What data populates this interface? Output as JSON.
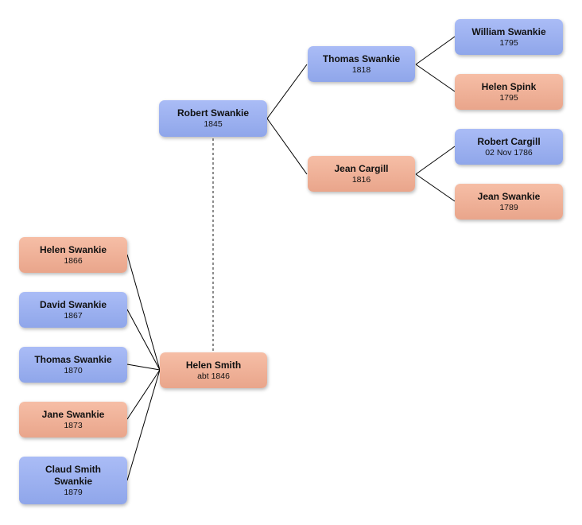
{
  "people": {
    "robert_swankie": {
      "name": "Robert Swankie",
      "date": "1845",
      "sex": "male"
    },
    "helen_smith": {
      "name": "Helen Smith",
      "date": "abt 1846",
      "sex": "female"
    },
    "thomas_swankie_f": {
      "name": "Thomas Swankie",
      "date": "1818",
      "sex": "male"
    },
    "jean_cargill": {
      "name": "Jean Cargill",
      "date": "1816",
      "sex": "female"
    },
    "william_swankie": {
      "name": "William Swankie",
      "date": "1795",
      "sex": "male"
    },
    "helen_spink": {
      "name": "Helen Spink",
      "date": "1795",
      "sex": "female"
    },
    "robert_cargill": {
      "name": "Robert Cargill",
      "date": "02 Nov 1786",
      "sex": "male"
    },
    "jean_swankie": {
      "name": "Jean Swankie",
      "date": "1789",
      "sex": "female"
    },
    "helen_swankie": {
      "name": "Helen Swankie",
      "date": "1866",
      "sex": "female"
    },
    "david_swankie": {
      "name": "David Swankie",
      "date": "1867",
      "sex": "male"
    },
    "thomas_swankie_c": {
      "name": "Thomas Swankie",
      "date": "1870",
      "sex": "male"
    },
    "jane_swankie": {
      "name": "Jane Swankie",
      "date": "1873",
      "sex": "female"
    },
    "claud_swankie": {
      "name": "Claud Smith Swankie",
      "date": "1879",
      "sex": "male"
    }
  },
  "relations": {
    "spouse": [
      "robert_swankie",
      "helen_smith"
    ],
    "parents": [
      {
        "child": "robert_swankie",
        "parents": [
          "thomas_swankie_f",
          "jean_cargill"
        ]
      },
      {
        "child": "thomas_swankie_f",
        "parents": [
          "william_swankie",
          "helen_spink"
        ]
      },
      {
        "child": "jean_cargill",
        "parents": [
          "robert_cargill",
          "jean_swankie"
        ]
      }
    ],
    "children_of_couple": [
      "helen_swankie",
      "david_swankie",
      "thomas_swankie_c",
      "jane_swankie",
      "claud_swankie"
    ]
  },
  "colors": {
    "male": "#9cb0ef",
    "female": "#efb196",
    "connector": "#000000",
    "spouse_line": "#666666"
  }
}
